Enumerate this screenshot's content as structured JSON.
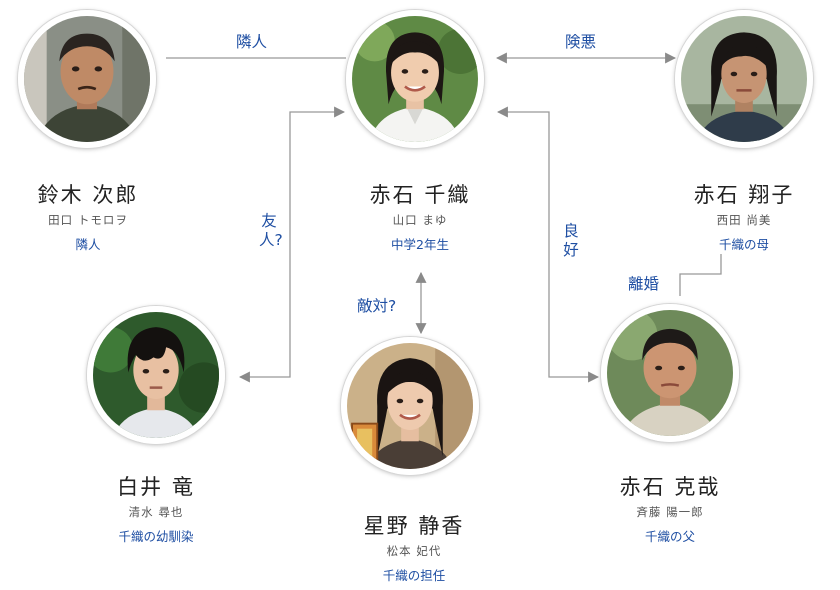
{
  "characters": {
    "suzuki": {
      "name": "鈴木 次郎",
      "actor": "田口 トモロヲ",
      "role": "隣人"
    },
    "chiori": {
      "name": "赤石 千織",
      "actor": "山口 まゆ",
      "role": "中学2年生"
    },
    "shoko": {
      "name": "赤石 翔子",
      "actor": "西田 尚美",
      "role": "千織の母"
    },
    "shirai": {
      "name": "白井 竜",
      "actor": "清水 尋也",
      "role": "千織の幼馴染"
    },
    "hoshino": {
      "name": "星野 静香",
      "actor": "松本 妃代",
      "role": "千織の担任"
    },
    "katsuya": {
      "name": "赤石 克哉",
      "actor": "斉藤 陽一郎",
      "role": "千織の父"
    }
  },
  "relations": {
    "neighbor": "隣人",
    "hostile": "険悪",
    "friend": "友人?",
    "good": "良好",
    "rival": "敵対?",
    "divorce": "離婚"
  },
  "colors": {
    "accent": "#1f4fa3",
    "line": "#999999"
  }
}
